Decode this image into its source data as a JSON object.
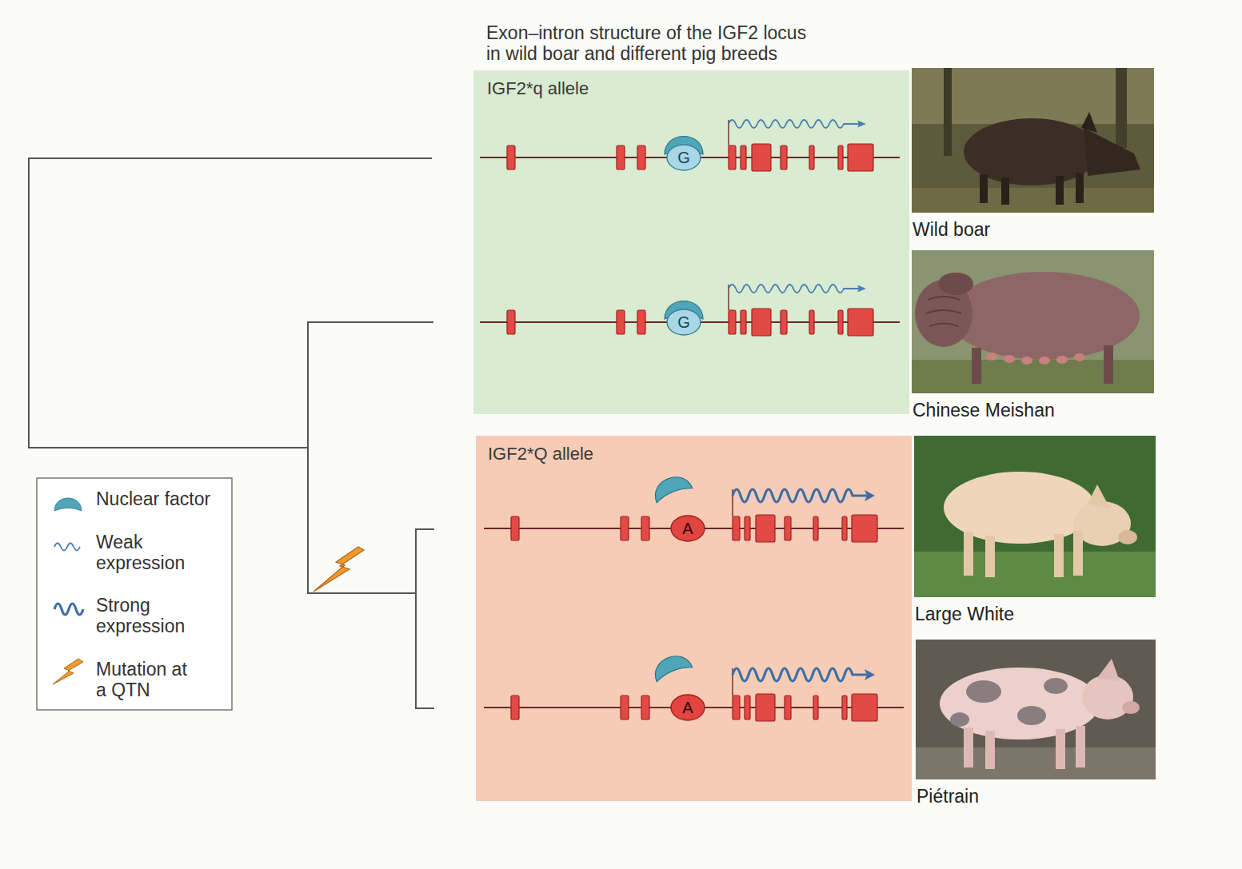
{
  "diagram": {
    "title": "Exon–intron structure of the IGF2 locus in wild boar and different pig breeds",
    "nodes": [
      {
        "text": [
          "IGF2*q allele"
        ]
      },
      {
        "text": [
          "G"
        ],
        "in": 0
      },
      {
        "text": [
          "G"
        ],
        "in": 0
      },
      {
        "text": [
          "Wild boar"
        ]
      },
      {
        "text": [
          "Chinese Meishan"
        ]
      },
      {
        "text": [
          "IGF2*Q allele"
        ]
      },
      {
        "text": [
          "A"
        ],
        "in": 5
      },
      {
        "text": [
          "A"
        ],
        "in": 5
      },
      {
        "text": [
          "Large White"
        ]
      },
      {
        "text": [
          "Piétrain"
        ]
      }
    ],
    "legend": [
      {
        "text": "Nuclear factor"
      },
      {
        "text": "Weak expression"
      },
      {
        "text": "Strong expression"
      },
      {
        "text": "Mutation at a QTN"
      }
    ]
  }
}
